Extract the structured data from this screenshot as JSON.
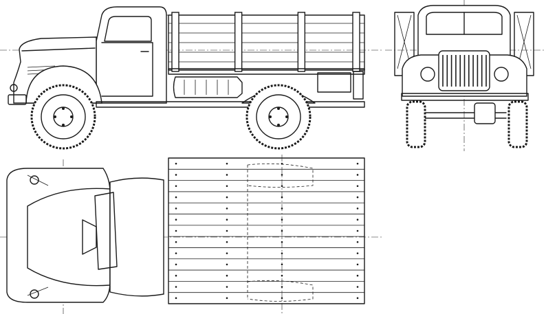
{
  "colors": {
    "line": "#1a1a1a",
    "paper": "#ffffff"
  },
  "views": [
    {
      "key": "side",
      "icon": "truck-side-view-icon"
    },
    {
      "key": "front",
      "icon": "truck-front-view-icon"
    },
    {
      "key": "top",
      "icon": "truck-top-view-icon"
    }
  ],
  "top_bed": {
    "plank_count": 13
  },
  "side_bed": {
    "stake_count": 4
  }
}
